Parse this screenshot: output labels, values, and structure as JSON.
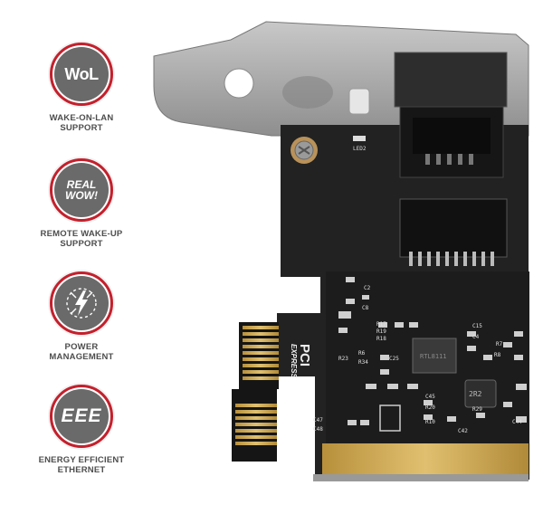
{
  "features": [
    {
      "id": "wol",
      "badge_text": "WoL",
      "caption_line1": "WAKE-ON-LAN",
      "caption_line2": "SUPPORT"
    },
    {
      "id": "realwow",
      "badge_line1": "REAL",
      "badge_line2": "WOW!",
      "caption_line1": "REMOTE WAKE-UP",
      "caption_line2": "SUPPORT"
    },
    {
      "id": "power",
      "caption_line1": "POWER",
      "caption_line2": "MANAGEMENT"
    },
    {
      "id": "eee",
      "badge_text": "EEE",
      "caption_line1": "ENERGY EFFICIENT",
      "caption_line2": "ETHERNET"
    }
  ],
  "board": {
    "silkscreen": {
      "led": "LED2",
      "pci": "PCI",
      "express": "EXPRESS",
      "refs": [
        "R23",
        "R6",
        "R34",
        "C25",
        "C45",
        "R20",
        "R10",
        "R29",
        "C42",
        "C47",
        "C48",
        "C15",
        "C4",
        "R7",
        "R8",
        "R17",
        "R19",
        "R18",
        "C2",
        "C8",
        "C44"
      ],
      "inductor": "2R2",
      "ic_label": "RTL8111"
    }
  },
  "colors": {
    "badge_ring": "#c4202c",
    "badge_fill": "#6a6a6a",
    "caption": "#4d4d4d",
    "pcb": "#222222",
    "bracket": "#a9a9a9",
    "gold": "#c9a24a"
  }
}
